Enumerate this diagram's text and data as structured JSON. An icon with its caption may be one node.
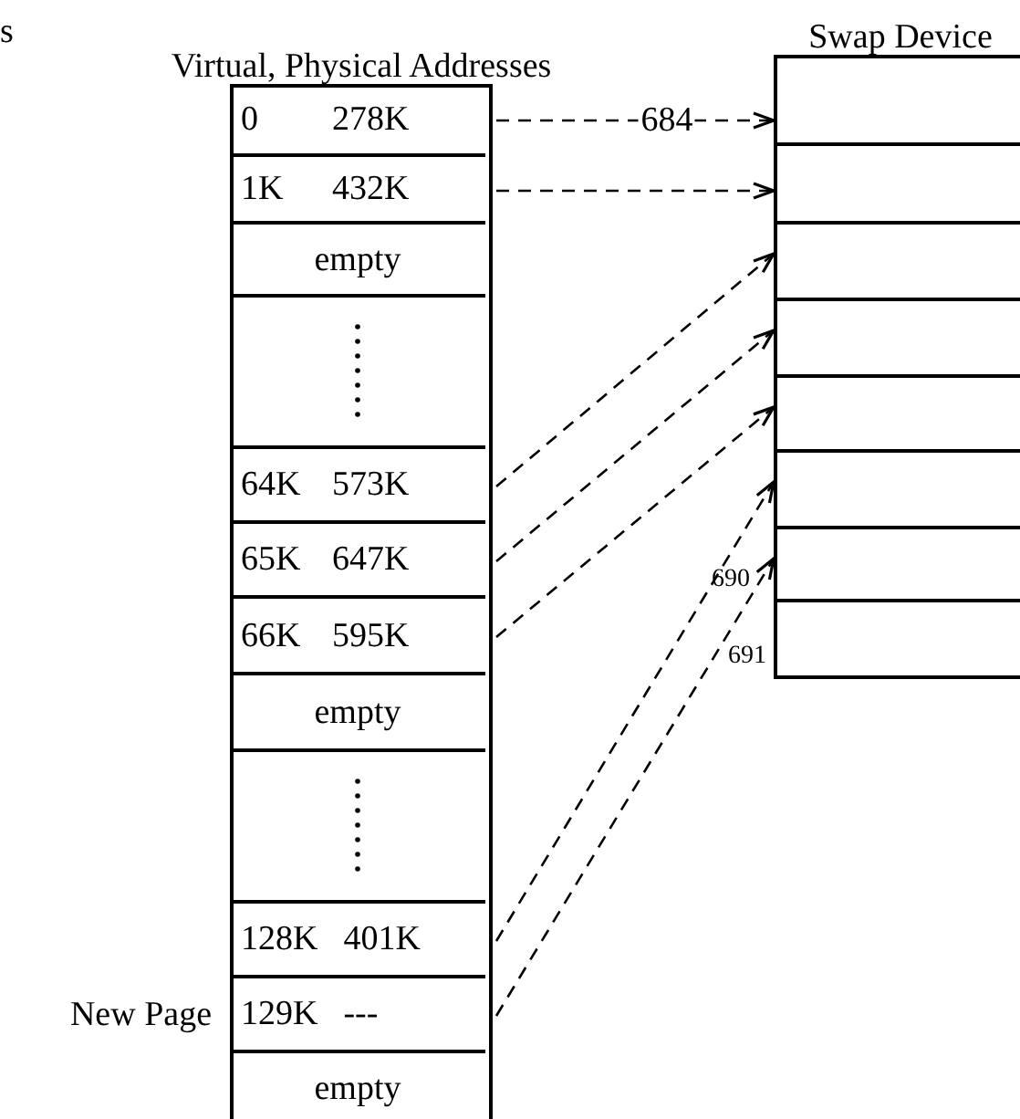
{
  "diagram": {
    "nodes": [
      {
        "text": [
          "Virtual, Physical Addresses"
        ]
      },
      {
        "text": [
          "0",
          "278K"
        ],
        "in": 0
      },
      {
        "text": [
          "1K",
          "432K"
        ],
        "in": 0
      },
      {
        "text": [
          "empty"
        ],
        "in": 0
      },
      {
        "text": [],
        "shape": "box",
        "in": 0
      },
      {
        "text": [
          "64K",
          "573K"
        ],
        "in": 0
      },
      {
        "text": [
          "65K",
          "647K"
        ],
        "in": 0
      },
      {
        "text": [
          "66K",
          "595K"
        ],
        "in": 0
      },
      {
        "text": [
          "empty"
        ],
        "in": 0
      },
      {
        "text": [],
        "shape": "box",
        "in": 0
      },
      {
        "text": [
          "128K",
          "401K"
        ],
        "in": 0
      },
      {
        "text": [
          "129K",
          "---"
        ],
        "in": 0,
        "beside": [
          "New Page"
        ]
      },
      {
        "text": [
          "empty"
        ],
        "in": 0
      },
      {
        "text": [
          "Swap Device"
        ]
      },
      {
        "text": [],
        "shape": "box",
        "in": 13
      },
      {
        "text": [],
        "shape": "box",
        "in": 13
      },
      {
        "text": [],
        "shape": "box",
        "in": 13
      },
      {
        "text": [],
        "shape": "box",
        "in": 13
      },
      {
        "text": [],
        "shape": "box",
        "in": 13
      },
      {
        "text": [],
        "shape": "box",
        "in": 13
      },
      {
        "text": [],
        "shape": "box",
        "in": 13,
        "beside": [
          "690"
        ]
      },
      {
        "text": [],
        "shape": "box",
        "in": 13,
        "beside": [
          "691"
        ]
      }
    ],
    "edges": [
      {
        "from": 1,
        "to": 14,
        "arrow": "to",
        "style": "dashed",
        "label": "684"
      },
      {
        "from": 2,
        "to": 15,
        "arrow": "to",
        "style": "dashed"
      },
      {
        "from": 5,
        "to": 16,
        "arrow": "to",
        "style": "dashed"
      },
      {
        "from": 6,
        "to": 17,
        "arrow": "to",
        "style": "dashed"
      },
      {
        "from": 7,
        "to": 18,
        "arrow": "to",
        "style": "dashed"
      },
      {
        "from": 10,
        "to": 19,
        "arrow": "to",
        "style": "dashed"
      },
      {
        "from": 11,
        "to": 20,
        "arrow": "to",
        "style": "dashed"
      }
    ],
    "labels": [
      "s"
    ]
  }
}
